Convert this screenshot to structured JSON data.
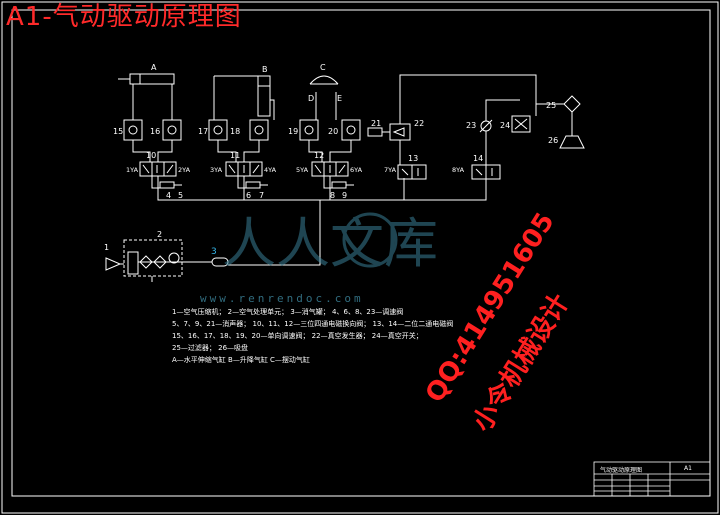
{
  "title": "A1-气动驱动原理图",
  "cylinders": {
    "a": "A",
    "b": "B",
    "c": "C",
    "d": "D",
    "e": "E"
  },
  "component_numbers": {
    "n15": "15",
    "n16": "16",
    "n17": "17",
    "n18": "18",
    "n19": "19",
    "n20": "20",
    "n10": "10",
    "n11": "11",
    "n12": "12",
    "n13": "13",
    "n14": "14",
    "n4": "4",
    "n5": "5",
    "n6": "6",
    "n7": "7",
    "n8": "8",
    "n9": "9",
    "n21": "21",
    "n22": "22",
    "n23": "23",
    "n24": "24",
    "n25": "25",
    "n26": "26",
    "n1": "1",
    "n2": "2",
    "n3": "3"
  },
  "solenoids": {
    "s1": "1YA",
    "s2": "2YA",
    "s3": "3YA",
    "s4": "4YA",
    "s5": "5YA",
    "s6": "6YA",
    "s7": "7YA",
    "s8": "8YA"
  },
  "watermark_url": "www.renrendoc.com",
  "watermark_cn": "人人文库",
  "legend_lines": [
    "1—空气压缩机；      2—空气处理单元；      3—消气罐；      4、6、8、23—调速阀",
    "5、7、9、21—消声器；  10、11、12—三位四通电磁换向阀；    13、14—二位二通电磁阀",
    "15、16、17、18、19、20—单向调速阀；  22—真空发生器；   24—真空开关；",
    "25—过滤器；    26—吸盘",
    "A—水平伸缩气缸    B—升降气缸    C—摆动气缸"
  ],
  "overlay_qq": "QQ:414951605",
  "overlay_name": "小令机械设计",
  "title_block": {
    "drawing_name": "气动驱动原理图",
    "sheet_size": "A1"
  },
  "colors": {
    "line": "#ffffff",
    "title_red": "#ff2a2a",
    "watermark": "#3a7f95",
    "cyan_label": "#35b6e8"
  }
}
